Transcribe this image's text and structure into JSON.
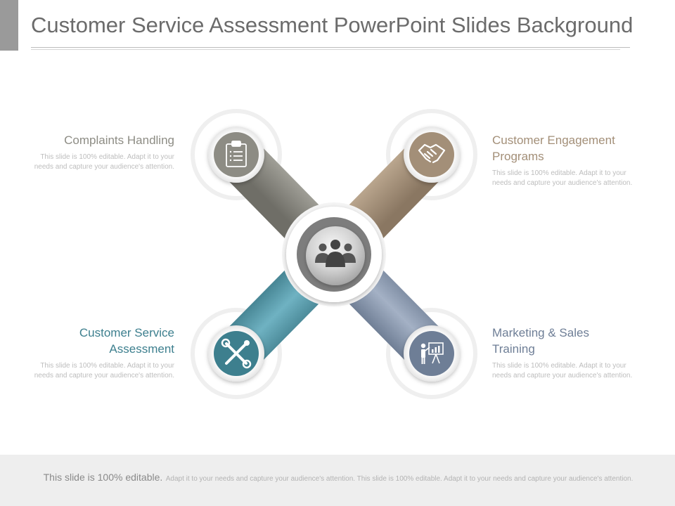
{
  "title": "Customer Service Assessment PowerPoint Slides Background",
  "colors": {
    "gray": "#8d8c84",
    "tan": "#a38f78",
    "teal": "#3d7f8e",
    "slate": "#6e7e96",
    "center": "#7d7d7d"
  },
  "items": [
    {
      "heading": "Complaints Handling",
      "body": "This slide is 100% editable. Adapt it to your needs and capture your audience's attention.",
      "icon": "clipboard-icon",
      "color": "#8d8c84"
    },
    {
      "heading": "Customer Engagement Programs",
      "body": "This slide is 100% editable. Adapt it to your needs and capture your audience's attention.",
      "icon": "handshake-icon",
      "color": "#a38f78"
    },
    {
      "heading": "Customer Service Assessment",
      "body": "This slide is 100% editable. Adapt it to your needs and capture your audience's attention.",
      "icon": "tools-icon",
      "color": "#3d7f8e"
    },
    {
      "heading": "Marketing & Sales Training",
      "body": "This slide is 100% editable. Adapt it to your needs and capture your audience's attention.",
      "icon": "presentation-icon",
      "color": "#6e7e96"
    }
  ],
  "center_icon": "team-icon",
  "footer": {
    "lead": "This slide is 100% editable.",
    "rest": "Adapt it to your needs and capture your audience's attention. This slide is 100% editable. Adapt it to your needs and capture your audience's attention."
  }
}
